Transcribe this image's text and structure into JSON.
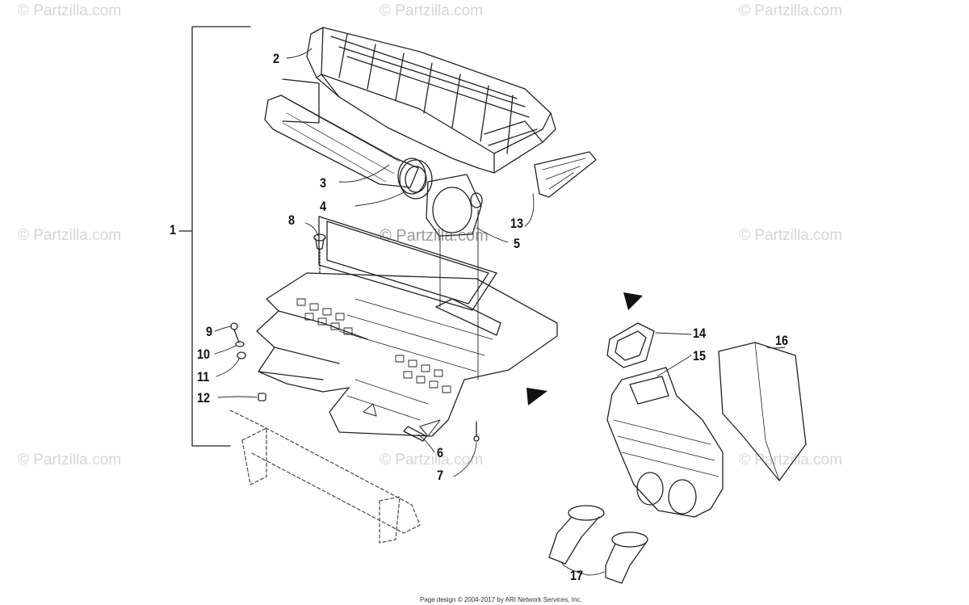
{
  "watermarks": {
    "text": "© Partzilla.com",
    "center_text": "© Partzilla.com"
  },
  "callouts": {
    "c1": "1",
    "c2": "2",
    "c3": "3",
    "c4": "4",
    "c5": "5",
    "c6": "6",
    "c7": "7",
    "c8": "8",
    "c9": "9",
    "c10": "10",
    "c11": "11",
    "c12": "12",
    "c13": "13",
    "c14": "14",
    "c15": "15",
    "c16": "16",
    "c17": "17"
  },
  "footer": "Page design © 2004-2017 by ARI Network Services, Inc.",
  "colors": {
    "line": "#222222",
    "watermark": "#d6d6d6",
    "background": "#ffffff"
  }
}
